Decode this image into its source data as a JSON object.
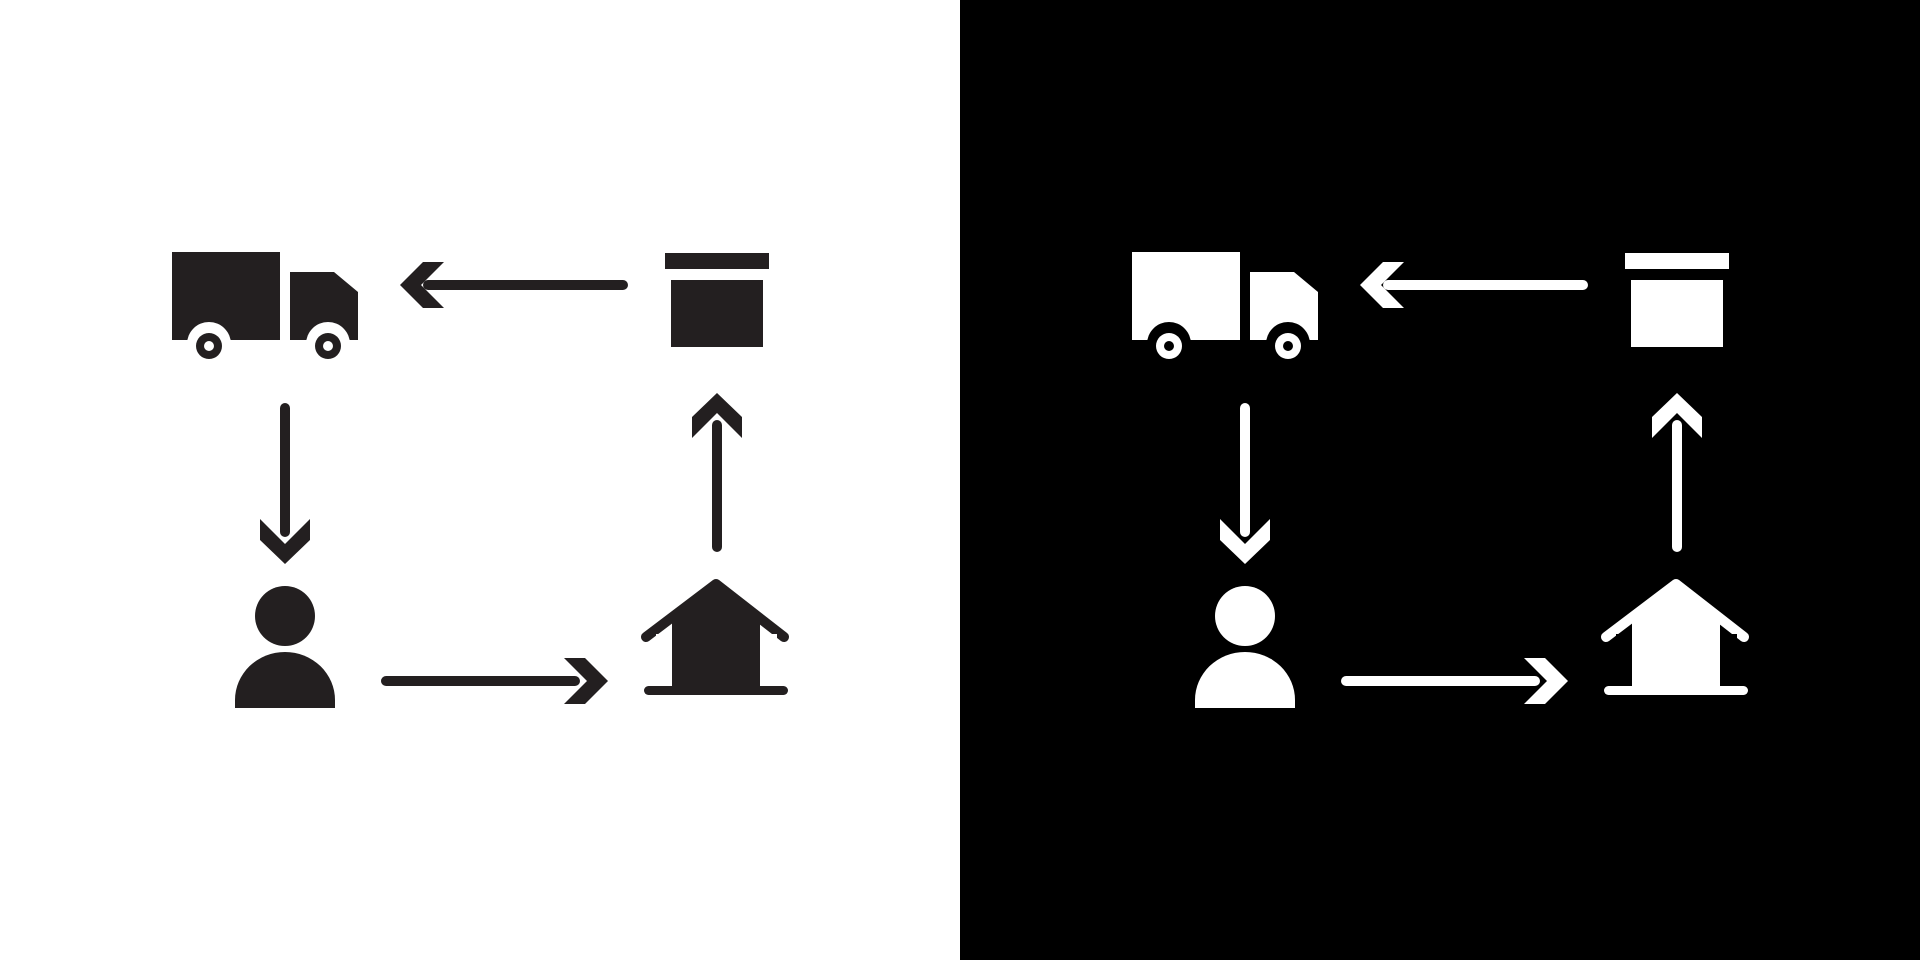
{
  "colors": {
    "light_panel_background": "#ffffff",
    "light_panel_icons": "#231f20",
    "dark_panel_background": "#000000",
    "dark_panel_icons": "#ffffff"
  },
  "panels": [
    {
      "theme": "light"
    },
    {
      "theme": "dark"
    }
  ],
  "cycle": {
    "nodes": [
      "truck-icon",
      "person-icon",
      "house-icon",
      "box-icon"
    ],
    "flow": [
      {
        "from": "box-icon",
        "to": "truck-icon",
        "direction": "left"
      },
      {
        "from": "truck-icon",
        "to": "person-icon",
        "direction": "down"
      },
      {
        "from": "person-icon",
        "to": "house-icon",
        "direction": "right"
      },
      {
        "from": "house-icon",
        "to": "box-icon",
        "direction": "up"
      }
    ]
  }
}
